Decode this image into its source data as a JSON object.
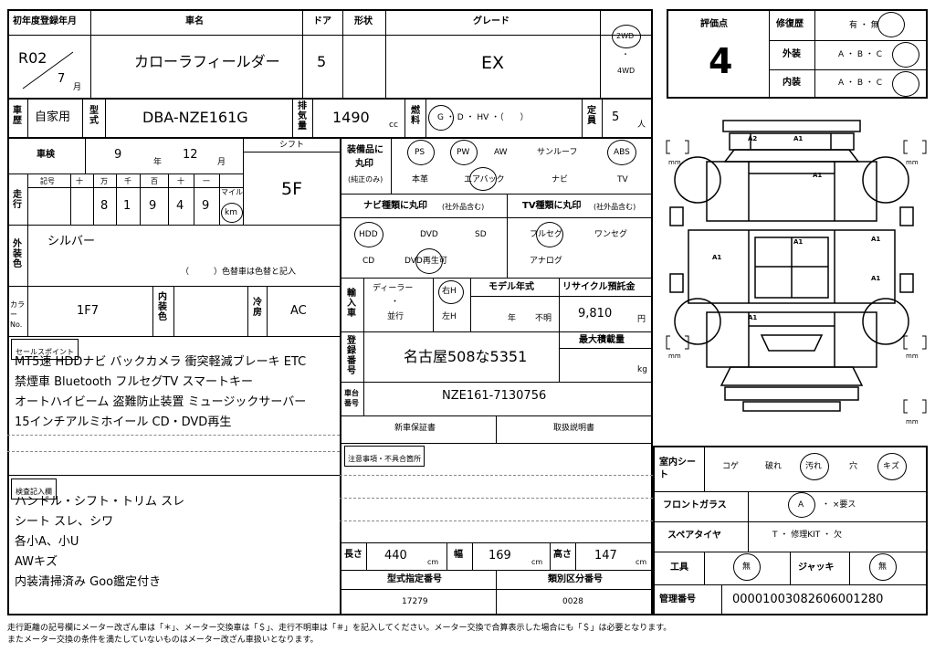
{
  "header": {
    "first_reg_label": "初年度登録年月",
    "car_name_label": "車名",
    "doors_label": "ドア",
    "shape_label": "形状",
    "grade_label": "グレード",
    "first_reg_value": "R02",
    "first_reg_month": "7",
    "month_unit": "月",
    "car_name_value": "カローラフィールダー",
    "doors_value": "5",
    "grade_value": "EX",
    "drive_2wd": "2WD",
    "drive_dot": "・",
    "drive_4wd": "4WD"
  },
  "eval": {
    "score_label": "評価点",
    "score_value": "4",
    "repair_label": "修復歴",
    "repair_options": "有 ・ 無",
    "exterior_label": "外装",
    "exterior_options": "A ・ B ・ C",
    "interior_label": "内装",
    "interior_options": "A ・ B ・ C"
  },
  "row2": {
    "history_label": "車歴",
    "history_value": "自家用",
    "model_label": "型式",
    "model_value": "DBA-NZE161G",
    "displacement_label": "排気量",
    "displacement_value": "1490",
    "cc": "cc",
    "fuel_label": "燃料",
    "fuel_options": "G ・ D ・ HV ・（　　）",
    "capacity_label": "定員",
    "capacity_value": "5",
    "person_unit": "人"
  },
  "inspection": {
    "shaken_label": "車検",
    "shaken_year": "9",
    "year_unit": "年",
    "shaken_month": "12",
    "month_unit": "月",
    "shift_label": "シフト",
    "shift_value": "5F",
    "mileage_label": "走行",
    "symbol_label": "記号",
    "digit_labels": [
      "十",
      "万",
      "千",
      "百",
      "十",
      "一"
    ],
    "mileage_digits": [
      "8",
      "1",
      "9",
      "4",
      "9"
    ],
    "mile_label": "マイル",
    "km_label": "km"
  },
  "color": {
    "exterior_color_label": "外装色",
    "exterior_color_value": "シルバー",
    "color_change_note": "（　　　）色替車は色替と記入",
    "color_no_label": "カラーNo.",
    "color_no_value": "1F7",
    "interior_color_label": "内装色",
    "ac_label": "冷房",
    "ac_value": "AC"
  },
  "sales_points": {
    "label": "セールスポイント",
    "lines": [
      "MT5速 HDDナビ バックカメラ 衝突軽減ブレーキ ETC",
      "禁煙車 Bluetooth フルセグTV スマートキー",
      "オートハイビーム 盗難防止装置 ミュージックサーバー",
      "15インチアルミホイール CD・DVD再生"
    ]
  },
  "inspector_notes": {
    "label": "検査記入欄",
    "lines": [
      "ハンドル・シフト・トリム スレ",
      "シート スレ、シワ",
      "各小A、小U",
      "AWキズ",
      "内装清掃済み Goo鑑定付き"
    ]
  },
  "equipment": {
    "label_line1": "装備品に",
    "label_line2": "丸印",
    "label_line3": "(純正のみ)",
    "items_row1": [
      "PS",
      "PW",
      "AW",
      "サンルーフ",
      "ABS"
    ],
    "items_row2": [
      "本革",
      "エアバック",
      "ナビ",
      "TV"
    ]
  },
  "navi": {
    "label": "ナビ種類に丸印",
    "sub": "(社外品含む)",
    "row1": [
      "HDD",
      "DVD",
      "SD"
    ],
    "row2": [
      "CD",
      "DVD再生可"
    ]
  },
  "tv": {
    "label": "TV種類に丸印",
    "sub": "(社外品含む)",
    "row1": [
      "フルセグ",
      "ワンセグ"
    ],
    "row2": [
      "アナログ"
    ]
  },
  "import": {
    "label": "輸入車",
    "dealer": "ディーラー",
    "dot": "・",
    "parallel": "並行",
    "right_h": "右H",
    "left_h": "左H",
    "model_year_label": "モデル年式",
    "year_unit": "年",
    "unknown": "不明",
    "recycle_label": "リサイクル預託金",
    "recycle_value": "9,810",
    "yen": "円"
  },
  "registration": {
    "label": "登録番号",
    "value": "名古屋508な5351",
    "max_load_label": "最大積載量",
    "kg": "kg",
    "chassis_label": "車台番号",
    "chassis_value": "NZE161-7130756",
    "warranty": "新車保証書",
    "manual": "取扱説明書",
    "defects_label": "注意事項・不具合箇所"
  },
  "dimensions": {
    "length_label": "長さ",
    "length_value": "440",
    "width_label": "幅",
    "width_value": "169",
    "height_label": "高さ",
    "height_value": "147",
    "cm": "cm",
    "type_designation_label": "型式指定番号",
    "type_designation_value": "17279",
    "class_label": "類別区分番号",
    "class_value": "0028"
  },
  "right_bottom": {
    "interior_seat_label": "室内シート",
    "seat_options": [
      "コゲ",
      "破れ",
      "汚れ",
      "穴",
      "キズ"
    ],
    "windshield_label": "フロントガラス",
    "windshield_a": "A",
    "windshield_rest": "・ ×要ス",
    "spare_label": "スペアタイヤ",
    "spare_options": "T ・ 修理KIT ・ 欠",
    "tools_label": "工具",
    "tools_value": "無",
    "jack_label": "ジャッキ",
    "jack_value": "無",
    "mgmt_label": "管理番号",
    "mgmt_value": "00001003082606001280"
  },
  "diagram": {
    "marks": [
      "A2",
      "A1",
      "A1",
      "A1",
      "A1",
      "A1",
      "A1",
      "A1"
    ],
    "mm": "mm"
  },
  "footer": {
    "line1": "走行距離の記号欄にメーター改ざん車は「＊」、メーター交換車は「＄」、走行不明車は「＃」を記入してください。メーター交換で合算表示した場合にも「＄」は必要となります。",
    "line2": "またメーター交換の条件を満たしていないものはメーター改ざん車扱いとなります。"
  }
}
